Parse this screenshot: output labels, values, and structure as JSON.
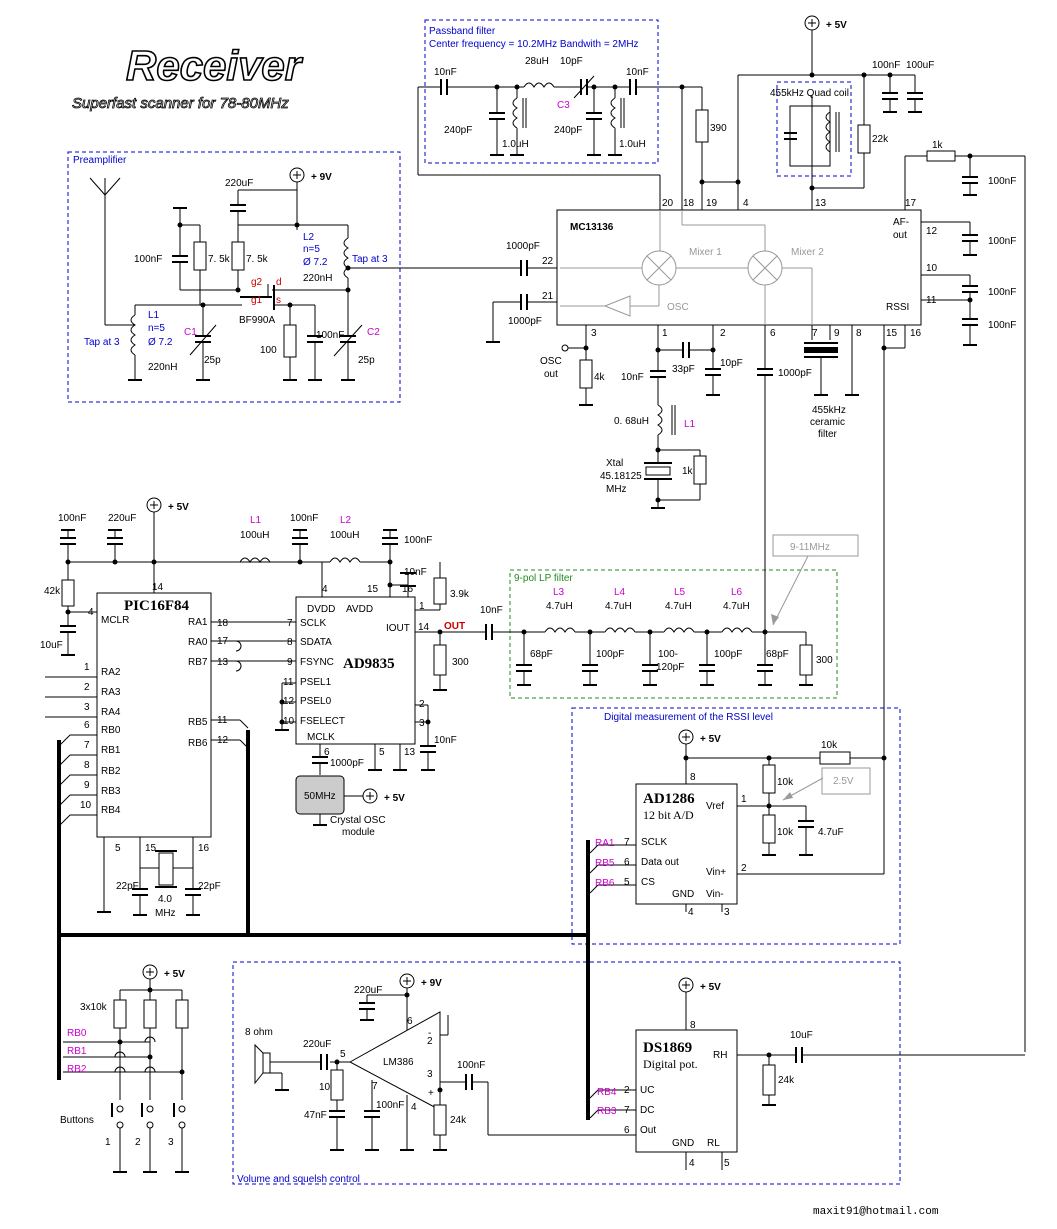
{
  "title": {
    "main": "Receiver",
    "subtitle": "Superfast scanner for 78-80MHz"
  },
  "blocks": {
    "preamp": "Preamplifier",
    "passband": [
      "Passband filter",
      "Center frequency = 10.2MHz  Bandwith = 2MHz"
    ],
    "lpfilter": "9-pol  LP filter",
    "rssi": "Digital measurement of the RSSI level",
    "volume": "Volume and squelsh control"
  },
  "ics": {
    "mc13136": {
      "name": "MC13136",
      "af": "AF-",
      "out": "out",
      "mixer1": "Mixer 1",
      "mixer2": "Mixer 2",
      "osc": "OSC",
      "rssi": "RSSI"
    },
    "pic": {
      "name": "PIC16F84",
      "mclr": "MCLR",
      "left": [
        "RA2",
        "RA3",
        "RA4",
        "RB0",
        "RB1",
        "RB2",
        "RB3",
        "RB4"
      ],
      "right": [
        "RA1",
        "RA0",
        "RB7",
        "RB5",
        "RB6"
      ]
    },
    "ad9835": {
      "name": "AD9835",
      "pins": [
        "DVDD",
        "AVDD",
        "SCLK",
        "SDATA",
        "FSYNC",
        "PSEL1",
        "PSEL0",
        "FSELECT",
        "MCLK",
        "IOUT"
      ]
    },
    "ad1286": {
      "name": "AD1286",
      "desc": "12 bit A/D",
      "pins": [
        "SCLK",
        "Data out",
        "CS",
        "Vref",
        "Vin+",
        "Vin-",
        "GND"
      ]
    },
    "ds1869": {
      "name": "DS1869",
      "desc": "Digital pot.",
      "pins": [
        "RH",
        "UC",
        "DC",
        "Out",
        "GND",
        "RL"
      ]
    },
    "lm386": {
      "name": "LM386"
    }
  },
  "supplies": {
    "v5": "+ 5V",
    "v9": "+ 9V"
  },
  "labels": {
    "quad": "455kHz  Quad coil",
    "tap": "Tap at 3",
    "n5": "n=5",
    "dia": "Ø 7.2",
    "bf": "BF990A",
    "oscout": [
      "OSC",
      "out"
    ],
    "xtal": [
      "Xtal",
      "45.18125",
      "MHz"
    ],
    "ceramic": [
      "455kHz",
      "ceramic",
      "filter"
    ],
    "crystal": [
      "Crystal OSC",
      "module"
    ],
    "mhz50": "50MHz",
    "out": "OUT",
    "note911": "9-11MHz",
    "note25": "2.5V",
    "speaker": "8 ohm",
    "buttons": "Buttons",
    "btn": [
      "1",
      "2",
      "3"
    ],
    "res3": "3x10k",
    "xtal4": [
      "4.0",
      "MHz"
    ],
    "email": "maxit91@hotmail.com",
    "g2": "g2",
    "g1": "g1",
    "d": "d",
    "s": "s",
    "c1": "C1",
    "c2": "C2",
    "c3": "C3",
    "L1": "L1",
    "L2": "L2",
    "L3": "L3",
    "L4": "L4",
    "L5": "L5",
    "L6": "L6",
    "ra1": "RA1",
    "rb5": "RB5",
    "rb6": "RB6",
    "rb4": "RB4",
    "rb3": "RB3",
    "rb0": "RB0",
    "rb1": "RB1",
    "rb2": "RB2"
  },
  "values": {
    "c10n": "10nF",
    "c100n": "100nF",
    "c220u": "220uF",
    "c100u": "100uF",
    "c240p": "240pF",
    "c1000p": "1000pF",
    "l28u": "28uH",
    "c10p": "10pF",
    "l1u": "1.0uH",
    "r390": "390",
    "r22k": "22k",
    "r1k": "1k",
    "r7k5": "7. 5k",
    "l220n": "220nH",
    "c25p": "25p",
    "r100": "100",
    "c33p": "33pF",
    "r4k": "4k",
    "l068": "0. 68uH",
    "r42k": "42k",
    "c10u": "10uF",
    "l100u": "100uH",
    "r3k9": "3.9k",
    "r300": "300",
    "l47u": "4.7uH",
    "c68p": "68pF",
    "c100p": "100pF",
    "c100120": [
      "100-",
      "120pF"
    ],
    "c22p": "22pF",
    "r10k": "10k",
    "c47u": "4.7uF",
    "r24k": "24k",
    "r10": "10",
    "c47n": "47nF"
  }
}
